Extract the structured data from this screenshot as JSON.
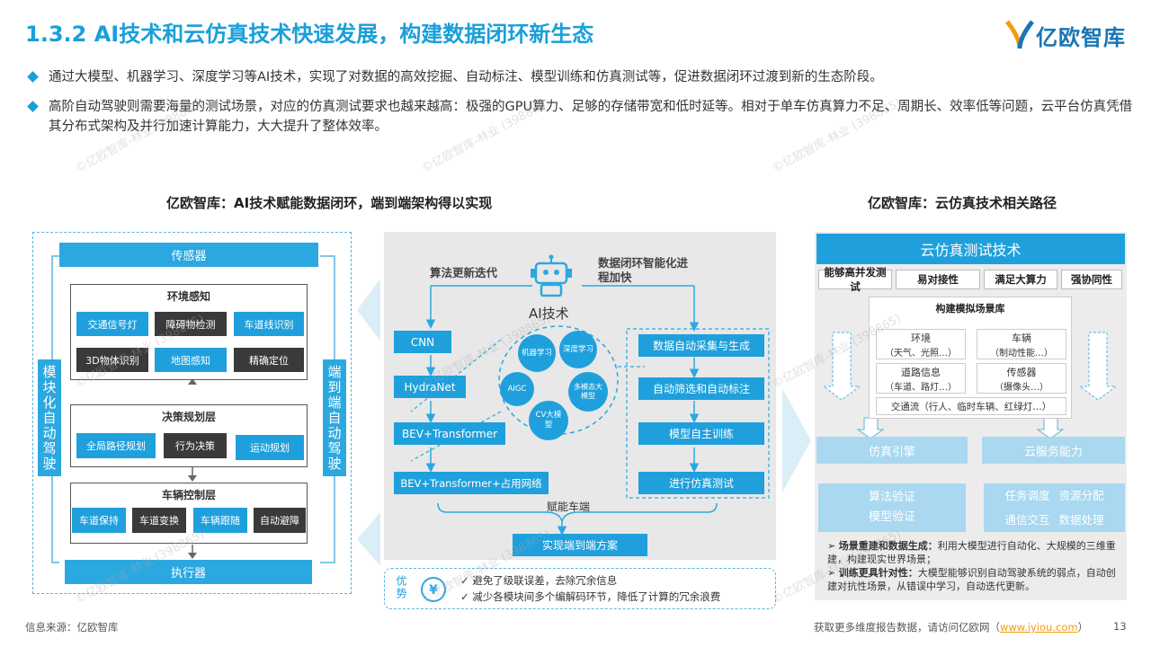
{
  "header": {
    "title": "1.3.2 AI技术和云仿真技术快速发展，构建数据闭环新生态",
    "logo_text": "亿欧智库"
  },
  "bullets": [
    "通过大模型、机器学习、深度学习等AI技术，实现了对数据的高效挖掘、自动标注、模型训练和仿真测试等，促进数据闭环过渡到新的生态阶段。",
    "高阶自动驾驶则需要海量的测试场景，对应的仿真测试要求也越来越高：极强的GPU算力、足够的存储带宽和低时延等。相对于单车仿真算力不足、周期长、效率低等问题，云平台仿真凭借其分布式架构及并行加速计算能力，大大提升了整体效率。"
  ],
  "left_section": {
    "title": "亿欧智库：AI技术赋能数据闭环，端到端架构得以实现",
    "modular": {
      "sensor": "传感器",
      "env_title": "环境感知",
      "env_items": [
        "交通信号灯",
        "障碍物检测",
        "车道线识别",
        "3D物体识别",
        "地图感知",
        "精确定位"
      ],
      "plan_title": "决策规划层",
      "plan_items": [
        "全局路径规划",
        "行为决策",
        "运动规划"
      ],
      "ctrl_title": "车辆控制层",
      "ctrl_items": [
        "车道保持",
        "车道变换",
        "车辆跟随",
        "自动避障"
      ],
      "actuator": "执行器",
      "left_label": "模块化自动驾驶",
      "right_label": "端到端自动驾驶"
    },
    "ai": {
      "algo_update": "算法更新迭代",
      "closed_loop": "数据闭环智能化进程加快",
      "ai_tech": "AI技术",
      "bubbles": [
        "机器学习",
        "深度学习",
        "AIGC",
        "多模态大模型",
        "CV大模型"
      ],
      "left_chain": [
        "CNN",
        "HydraNet",
        "BEV+Transformer",
        "BEV+Transformer+占用网络"
      ],
      "right_chain": [
        "数据自动采集与生成",
        "自动筛选和自动标注",
        "模型自主训练",
        "进行仿真测试"
      ],
      "empower": "赋能车端",
      "solution": "实现端到端方案",
      "adv_label": "优势",
      "advantages": [
        "避免了级联误差，去除冗余信息",
        "减少各模块间多个编解码环节，降低了计算的冗余浪费"
      ]
    }
  },
  "right_section": {
    "title": "亿欧智库：云仿真技术相关路径",
    "header": "云仿真测试技术",
    "features": [
      "能够高并发测试",
      "易对接性",
      "满足大算力",
      "强协同性"
    ],
    "scene_lib": "构建模拟场景库",
    "scene_items": [
      {
        "name": "环境",
        "desc": "（天气、光照…）"
      },
      {
        "name": "车辆",
        "desc": "（制动性能…）"
      },
      {
        "name": "道路信息",
        "desc": "（车道、路灯…）"
      },
      {
        "name": "传感器",
        "desc": "（摄像头…）"
      }
    ],
    "traffic": "交通流（行人、临时车辆、红绿灯…）",
    "engine": "仿真引擎",
    "cloud": "云服务能力",
    "engine_out": [
      "算法验证",
      "模型验证"
    ],
    "cloud_out": [
      "任务调度",
      "资源分配",
      "通信交互",
      "数据处理"
    ],
    "notes": [
      {
        "bold": "场景重建和数据生成：",
        "text": "利用大模型进行自动化、大规模的三维重建，构建现实世界场景；"
      },
      {
        "bold": "训练更具针对性：",
        "text": "大模型能够识别自动驾驶系统的弱点，自动创建对抗性场景，从错误中学习，自动迭代更新。"
      }
    ]
  },
  "footer": {
    "source": "信息来源：亿欧智库",
    "more": "获取更多维度报告数据，请访问亿欧网（",
    "link": "www.iyiou.com",
    "close": "）",
    "page": "13"
  },
  "colors": {
    "accent": "#1a9fd9",
    "dark_box": "#3a3a3a",
    "light_bg": "#e8e8e8"
  }
}
